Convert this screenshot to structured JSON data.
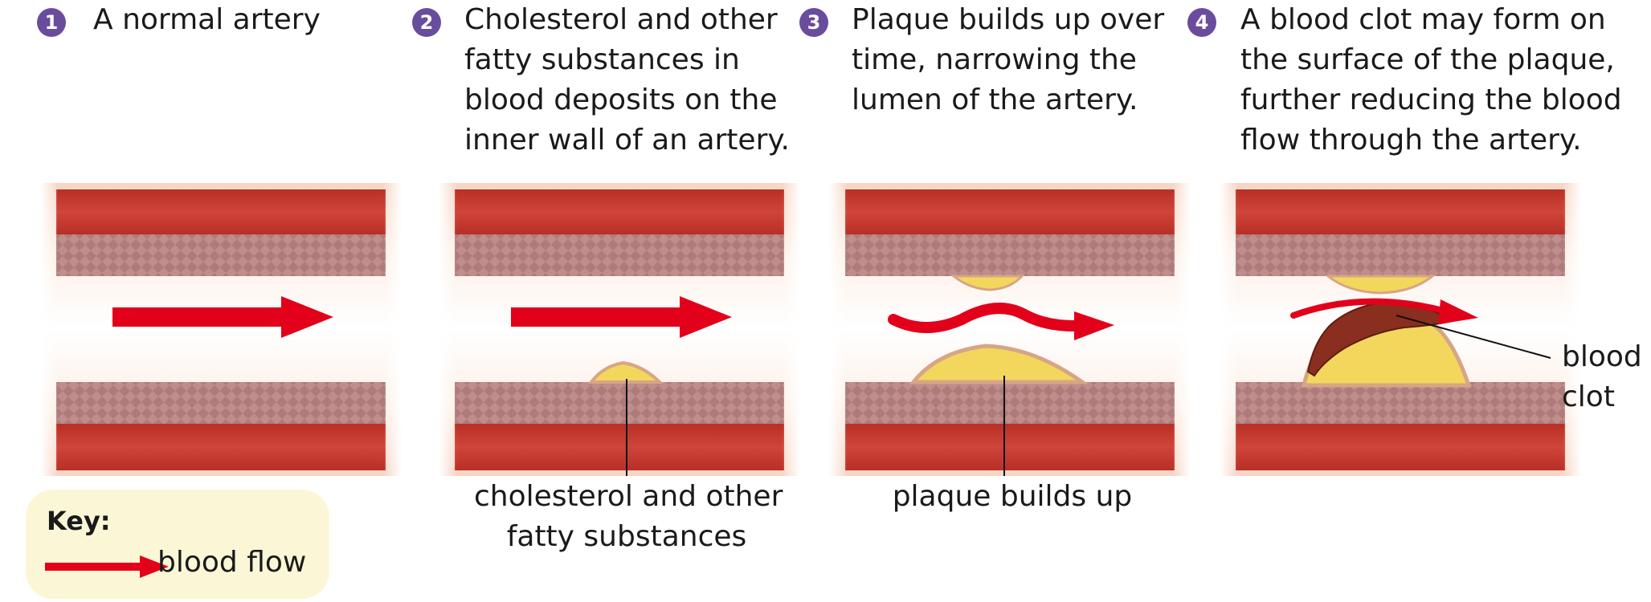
{
  "steps": [
    {
      "number": "1",
      "lines": [
        "A normal artery"
      ]
    },
    {
      "number": "2",
      "lines": [
        "Cholesterol and other",
        "fatty substances in",
        "blood deposits on the",
        "inner wall of an artery."
      ]
    },
    {
      "number": "3",
      "lines": [
        "Plaque builds up over",
        "time, narrowing the",
        "lumen of the artery."
      ]
    },
    {
      "number": "4",
      "lines": [
        "A blood clot may form on",
        "the surface of the plaque,",
        "further reducing the blood",
        "flow through the artery."
      ]
    }
  ],
  "labels": {
    "cholesterol": [
      "cholesterol and other",
      "fatty substances"
    ],
    "plaque": "plaque builds up",
    "clot": [
      "blood",
      "clot"
    ]
  },
  "key": {
    "title": "Key:",
    "blood_flow": "blood flow"
  },
  "colors": {
    "step_badge": "#6a4c9c",
    "artery_muscle": "#c8372d",
    "artery_inner_wall": "#b98a89",
    "blood_flow_arrow": "#e2001a",
    "plaque": "#f2d75c",
    "clot": "#8a2e1f",
    "key_background": "#fbf7d6"
  }
}
